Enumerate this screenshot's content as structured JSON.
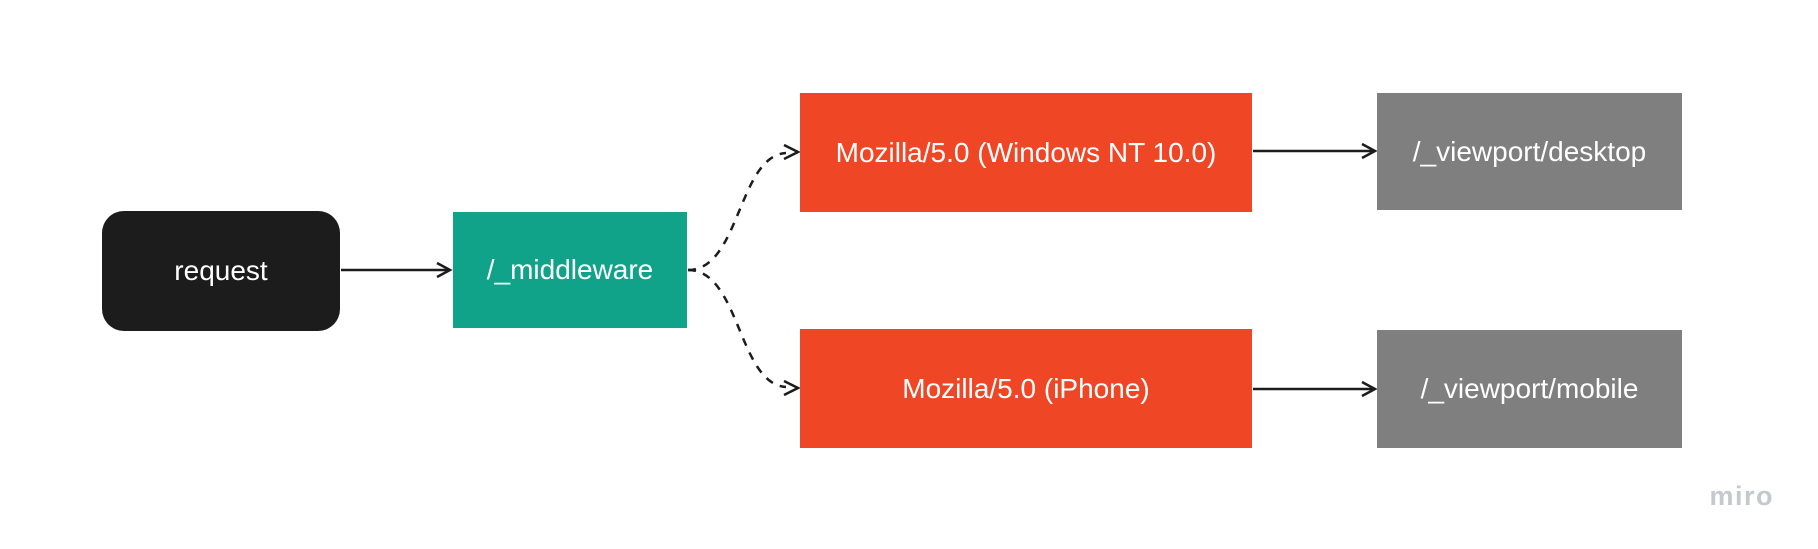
{
  "diagram": {
    "nodes": [
      {
        "id": "request",
        "label": "request",
        "bg": "#1c1c1c",
        "text_color": "#ffffff",
        "shape": "rounded-rectangle"
      },
      {
        "id": "middleware",
        "label": "/_middleware",
        "bg": "#11a38a",
        "text_color": "#ffffff",
        "shape": "rectangle"
      },
      {
        "id": "ua-desktop",
        "label": "Mozilla/5.0 (Windows NT 10.0)",
        "bg": "#ef4726",
        "text_color": "#ffffff",
        "shape": "rectangle"
      },
      {
        "id": "ua-mobile",
        "label": "Mozilla/5.0 (iPhone)",
        "bg": "#ef4726",
        "text_color": "#ffffff",
        "shape": "rectangle"
      },
      {
        "id": "viewport-desktop",
        "label": "/_viewport/desktop",
        "bg": "#7f7f7f",
        "text_color": "#ffffff",
        "shape": "rectangle"
      },
      {
        "id": "viewport-mobile",
        "label": "/_viewport/mobile",
        "bg": "#7f7f7f",
        "text_color": "#ffffff",
        "shape": "rectangle"
      }
    ],
    "edges": [
      {
        "from": "request",
        "to": "middleware",
        "style": "solid",
        "arrow": "open"
      },
      {
        "from": "middleware",
        "to": "ua-desktop",
        "style": "dashed",
        "arrow": "open"
      },
      {
        "from": "middleware",
        "to": "ua-mobile",
        "style": "dashed",
        "arrow": "open"
      },
      {
        "from": "ua-desktop",
        "to": "viewport-desktop",
        "style": "solid",
        "arrow": "open"
      },
      {
        "from": "ua-mobile",
        "to": "viewport-mobile",
        "style": "solid",
        "arrow": "open"
      }
    ],
    "edge_color": "#1c1c1c",
    "background": "#ffffff",
    "watermark": "miro"
  }
}
